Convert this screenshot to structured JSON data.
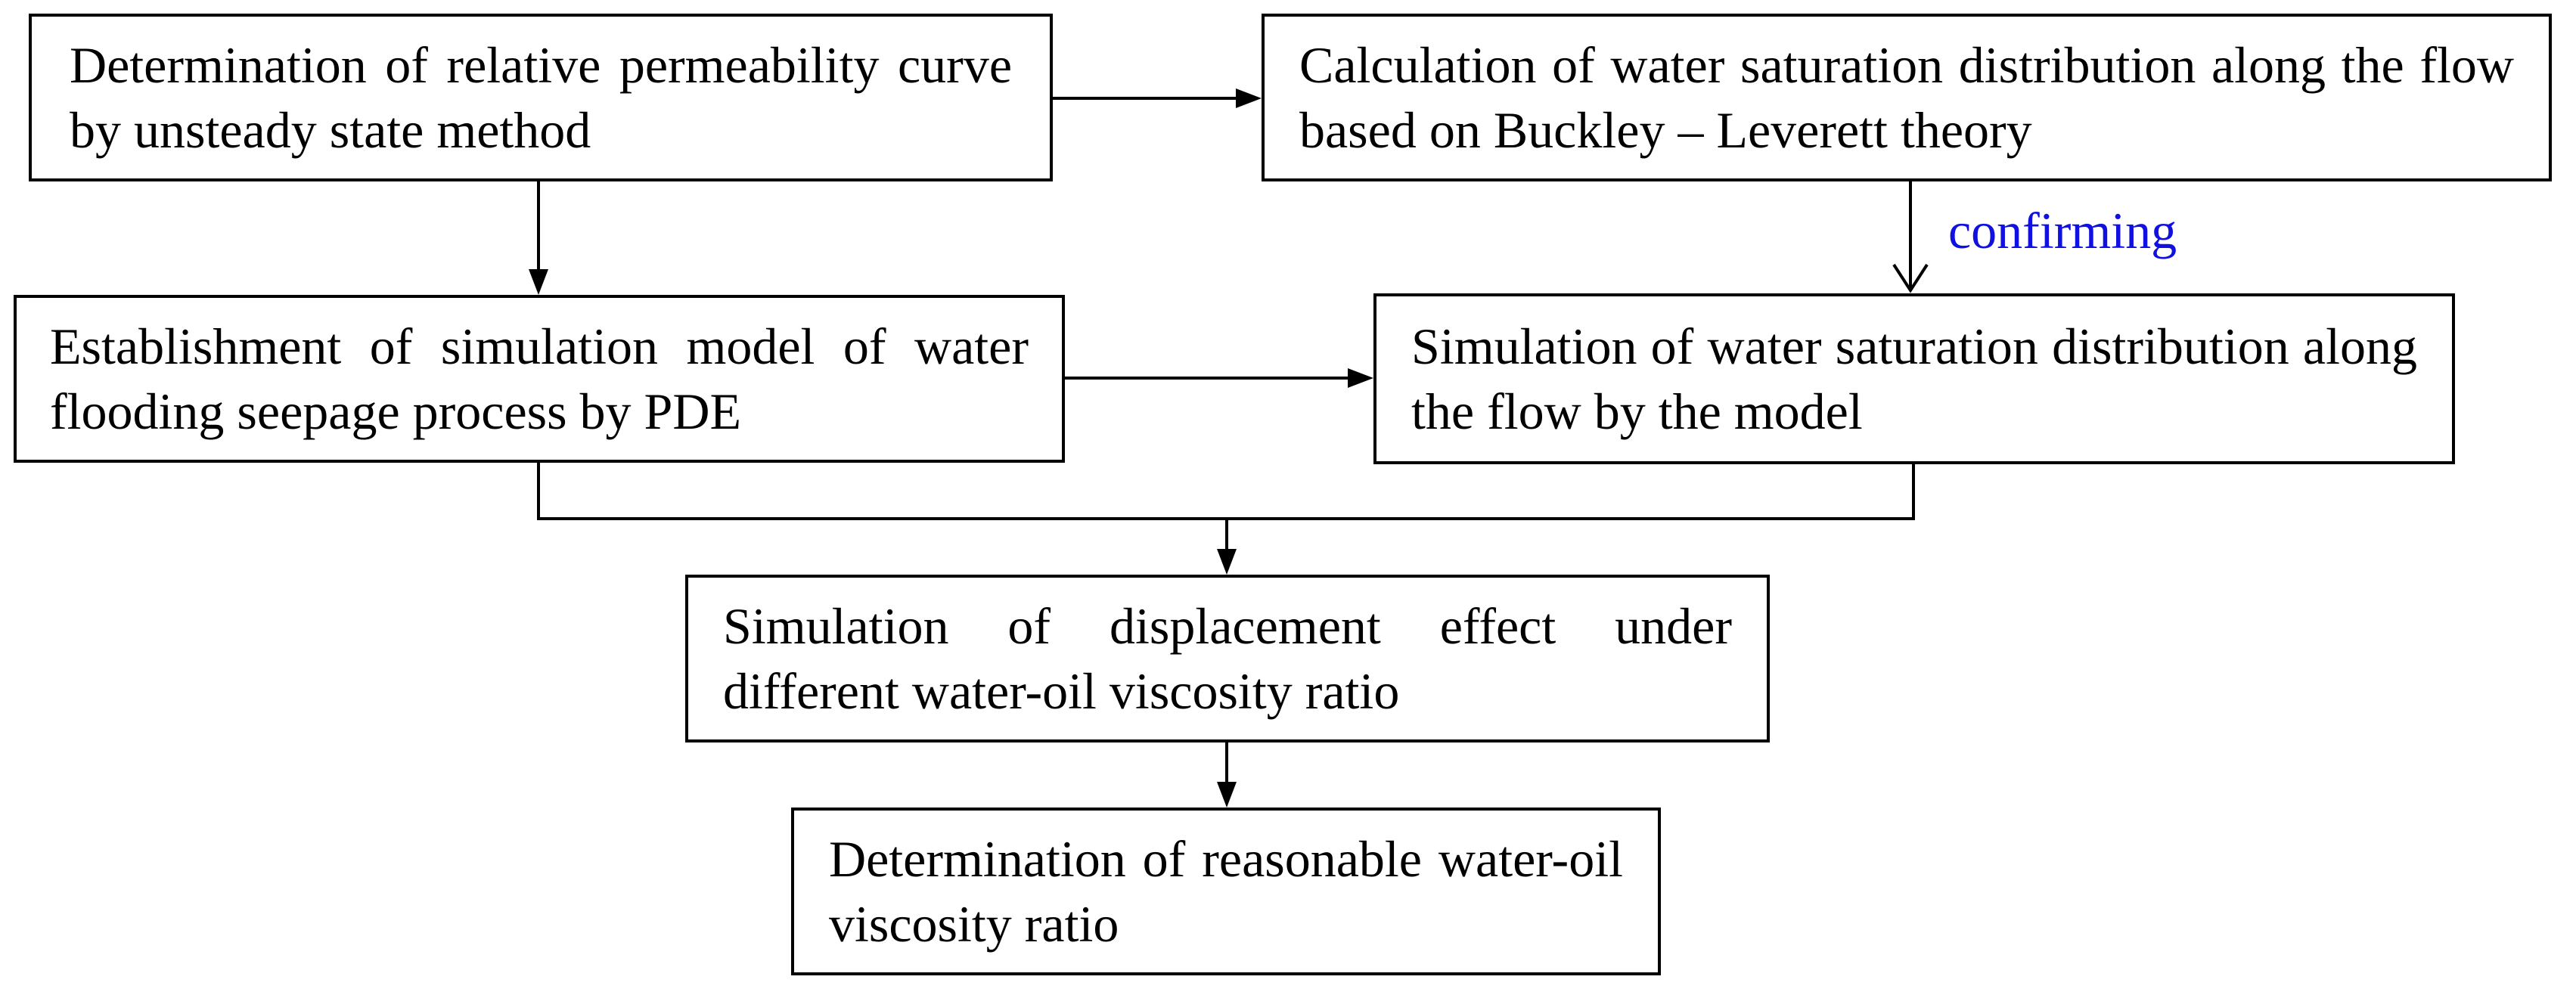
{
  "boxes": {
    "b1": {
      "text": "Determination of relative permeability curve by unsteady state method"
    },
    "b2": {
      "text": "Calculation of water saturation distribution along the flow based on Buckley – Leverett theory"
    },
    "b3": {
      "text": "Establishment of simulation model of water flooding seepage process by PDE"
    },
    "b4": {
      "text": "Simulation of water saturation distribution along the flow by the model"
    },
    "b5": {
      "text": "Simulation of displacement effect under different water-oil viscosity ratio"
    },
    "b6": {
      "text": "Determination of reasonable water-oil viscosity ratio"
    }
  },
  "connector_labels": {
    "b2_to_b4": "confirming"
  },
  "colors": {
    "stroke": "#000000",
    "label": "#1010e0",
    "background": "#ffffff"
  }
}
